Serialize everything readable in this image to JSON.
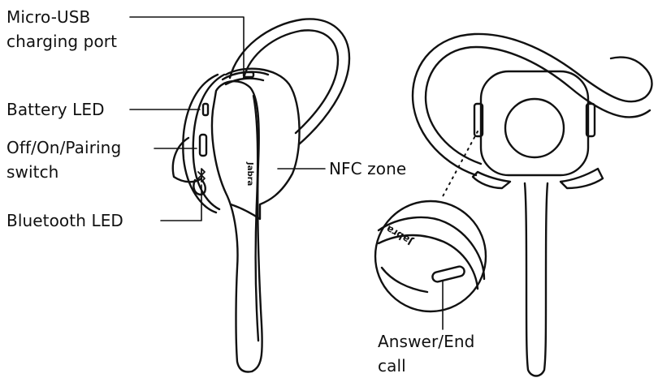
{
  "labels": {
    "usb": [
      "Micro-USB",
      "charging port"
    ],
    "battery": "Battery LED",
    "switch": [
      "Off/On/Pairing",
      "switch"
    ],
    "bluetooth": "Bluetooth LED",
    "nfc": "NFC zone",
    "answer": [
      "Answer/End",
      "call"
    ]
  },
  "brand_text": "Jabra",
  "colors": {
    "ink": "#111111",
    "fill": "#ffffff"
  }
}
